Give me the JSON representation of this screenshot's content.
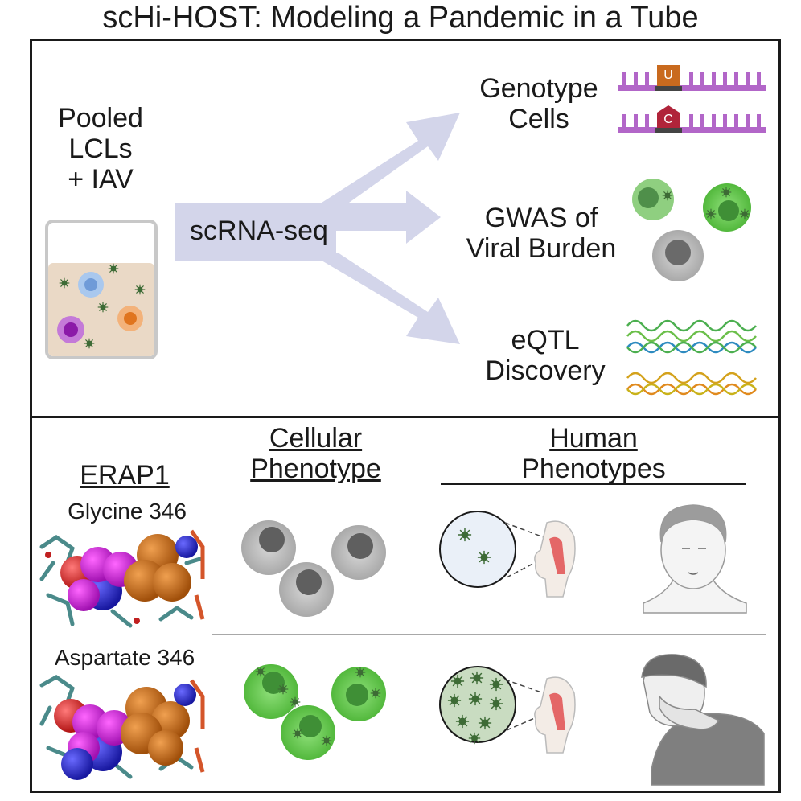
{
  "title": "scHi-HOST: Modeling a Pandemic in a Tube",
  "top_panel": {
    "input_label_line1": "Pooled",
    "input_label_line2": "LCLs",
    "input_label_line3": "+ IAV",
    "method_label": "scRNA-seq",
    "outputs": [
      {
        "line1": "Genotype",
        "line2": "Cells"
      },
      {
        "line1": "GWAS of",
        "line2": "Viral Burden"
      },
      {
        "line1": "eQTL",
        "line2": "Discovery"
      }
    ],
    "genotype_alleles": [
      "U",
      "C"
    ]
  },
  "bottom_panel": {
    "headers": {
      "erap1": "ERAP1",
      "cellular_line1": "Cellular",
      "cellular_line2": "Phenotype",
      "human_line1": "Human",
      "human_line2": "Phenotypes"
    },
    "rows": [
      {
        "variant": "Glycine 346"
      },
      {
        "variant": "Aspartate 346"
      }
    ]
  },
  "colors": {
    "arrow": "#d3d5ea",
    "purple_dna": "#b266c8",
    "green_cell": "#6ccf52",
    "gray_cell": "#b8b8b8",
    "virus": "#3d6b35"
  }
}
